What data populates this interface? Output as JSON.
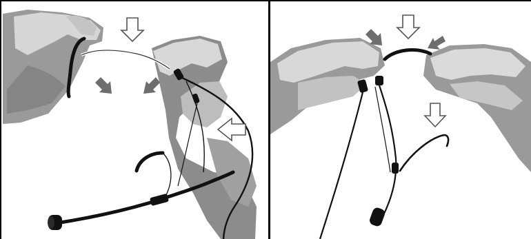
{
  "figure": {
    "panels": [
      {
        "id": "left",
        "icon": "hands-bending-headset-microphone-illustration"
      },
      {
        "id": "right",
        "icon": "hands-adjusting-headset-ear-hooks-illustration"
      }
    ],
    "colors": {
      "hand_shadow": "#8a8a8a",
      "hand_light": "#d9d9d9",
      "hand_mid": "#b5b5b5",
      "cable": "#111111",
      "arrow_outline": "#555555",
      "arrow_fill_light": "#ffffff",
      "arrow_fill_dark": "#6e6e6e"
    }
  }
}
